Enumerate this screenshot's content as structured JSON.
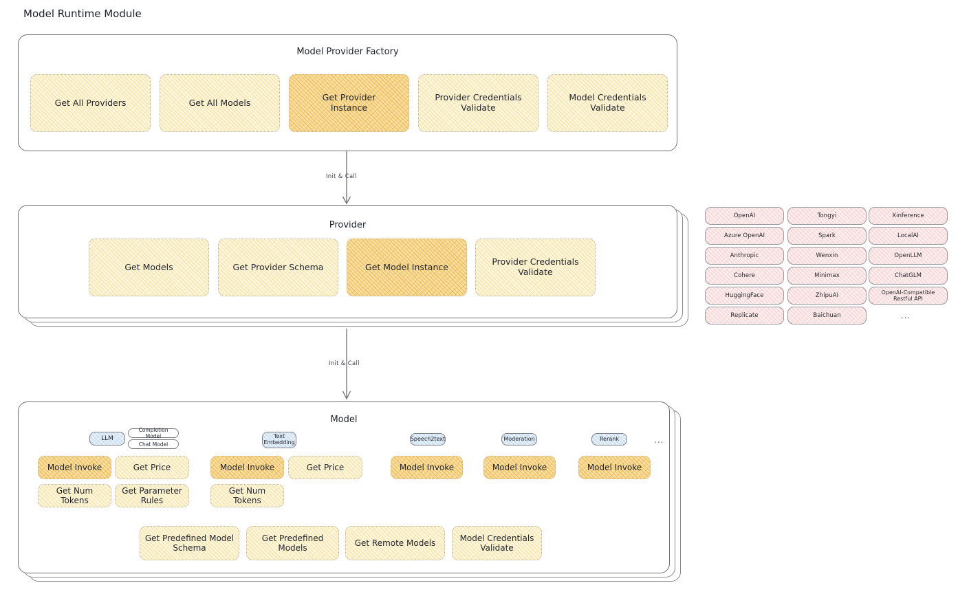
{
  "page": {
    "title": "Model Runtime Module",
    "accent_yellow": "#fdf6dd",
    "accent_yellow_highlight": "#fbdfa4",
    "accent_pink": "#fdeeee",
    "accent_blue": "#e6f0f9"
  },
  "factory": {
    "title": "Model Provider Factory",
    "nodes": [
      {
        "label": "Get All Providers",
        "highlight": false
      },
      {
        "label": "Get All Models",
        "highlight": false
      },
      {
        "label": "Get Provider\nInstance",
        "highlight": true
      },
      {
        "label": "Provider Credentials\nValidate",
        "highlight": false
      },
      {
        "label": "Model Credentials\nValidate",
        "highlight": false
      }
    ]
  },
  "edges": [
    {
      "label": "Init & Call"
    },
    {
      "label": "Init & Call"
    }
  ],
  "provider": {
    "title": "Provider",
    "nodes": [
      {
        "label": "Get Models",
        "highlight": false
      },
      {
        "label": "Get Provider Schema",
        "highlight": false
      },
      {
        "label": "Get Model Instance",
        "highlight": true
      },
      {
        "label": "Provider Credentials\nValidate",
        "highlight": false
      }
    ]
  },
  "provider_list": {
    "ellipsis": "...",
    "columns": [
      [
        "OpenAI",
        "Azure OpenAI",
        "Anthropic",
        "Cohere",
        "HuggingFace",
        "Replicate"
      ],
      [
        "Tongyi",
        "Spark",
        "Wenxin",
        "Minimax",
        "ZhipuAI",
        "Baichuan"
      ],
      [
        "Xinference",
        "LocalAI",
        "OpenLLM",
        "ChatGLM",
        "OpenAI-Compatible Restful API"
      ]
    ]
  },
  "model": {
    "title": "Model",
    "ellipsis": "...",
    "types": [
      {
        "badge": "LLM",
        "tags": [
          "Completion Model",
          "Chat Model"
        ],
        "nodes": [
          {
            "label": "Model Invoke",
            "highlight": true
          },
          {
            "label": "Get Price",
            "highlight": false
          },
          {
            "label": "Get Num Tokens",
            "highlight": false
          },
          {
            "label": "Get Parameter\nRules",
            "highlight": false
          }
        ]
      },
      {
        "badge": "Text\nEmbedding",
        "tags": [],
        "nodes": [
          {
            "label": "Model Invoke",
            "highlight": true
          },
          {
            "label": "Get Price",
            "highlight": false
          },
          {
            "label": "Get Num Tokens",
            "highlight": false
          }
        ]
      },
      {
        "badge": "Speech2text",
        "tags": [],
        "nodes": [
          {
            "label": "Model Invoke",
            "highlight": true
          }
        ]
      },
      {
        "badge": "Moderation",
        "tags": [],
        "nodes": [
          {
            "label": "Model Invoke",
            "highlight": true
          }
        ]
      },
      {
        "badge": "Rerank",
        "tags": [],
        "nodes": [
          {
            "label": "Model Invoke",
            "highlight": true
          }
        ]
      }
    ],
    "shared_nodes": [
      {
        "label": "Get Predefined Model\nSchema"
      },
      {
        "label": "Get Predefined\nModels"
      },
      {
        "label": "Get Remote Models"
      },
      {
        "label": "Model Credentials\nValidate"
      }
    ]
  }
}
